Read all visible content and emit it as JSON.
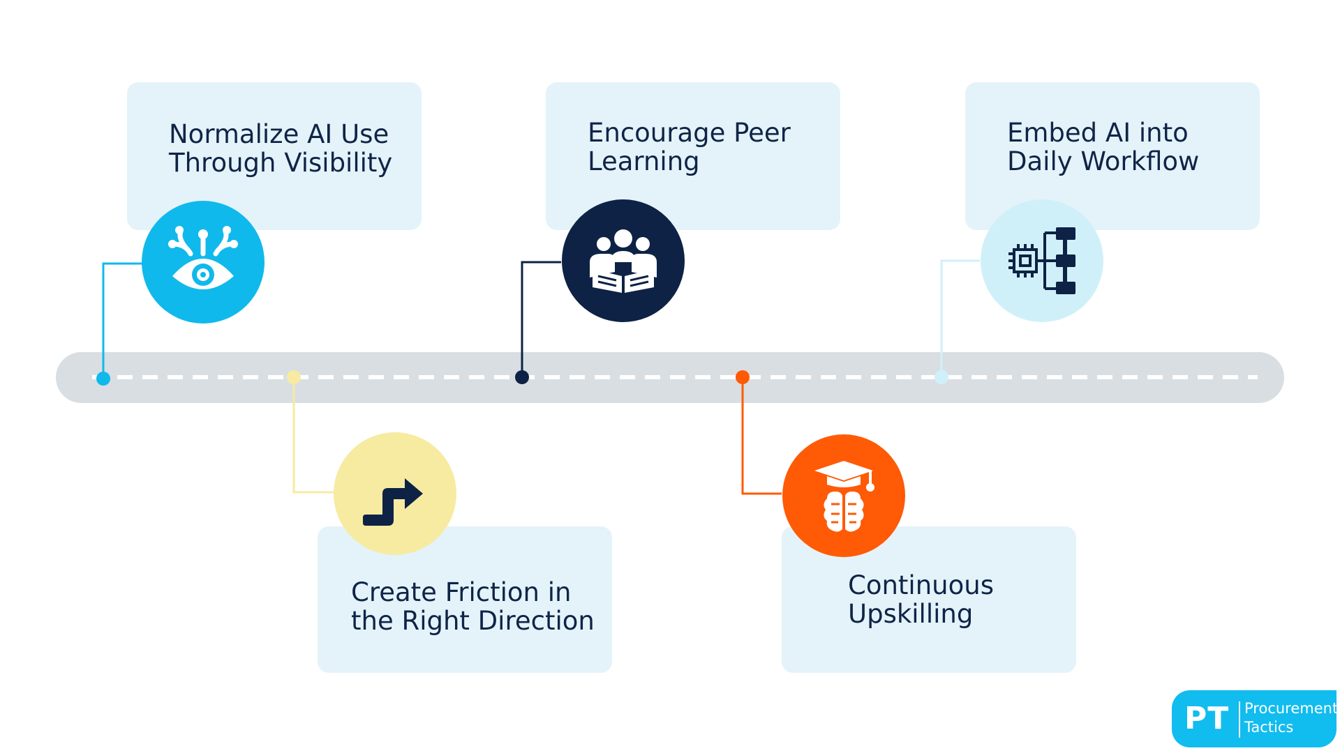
{
  "steps": [
    {
      "label": "Normalize AI Use\nThrough Visibility",
      "color": "#10b9ec",
      "icon": "eye-network-icon"
    },
    {
      "label": "Create Friction in\nthe Right Direction",
      "color": "#f6eba1",
      "icon": "turn-arrow-icon"
    },
    {
      "label": "Encourage Peer\nLearning",
      "color": "#0d2245",
      "icon": "group-reading-icon"
    },
    {
      "label": "Continuous\nUpskilling",
      "color": "#ff5a05",
      "icon": "graduation-brain-icon"
    },
    {
      "label": "Embed AI into\nDaily Workflow",
      "color": "#d0f0f9",
      "icon": "chip-flowchart-icon"
    }
  ],
  "colors": {
    "track": "#d9dee2",
    "card_bg": "#e4f3f9",
    "text": "#0f2447",
    "brand": "#11bcef"
  },
  "logo": {
    "mark": "PT",
    "name": "Procurement\nTactics"
  }
}
